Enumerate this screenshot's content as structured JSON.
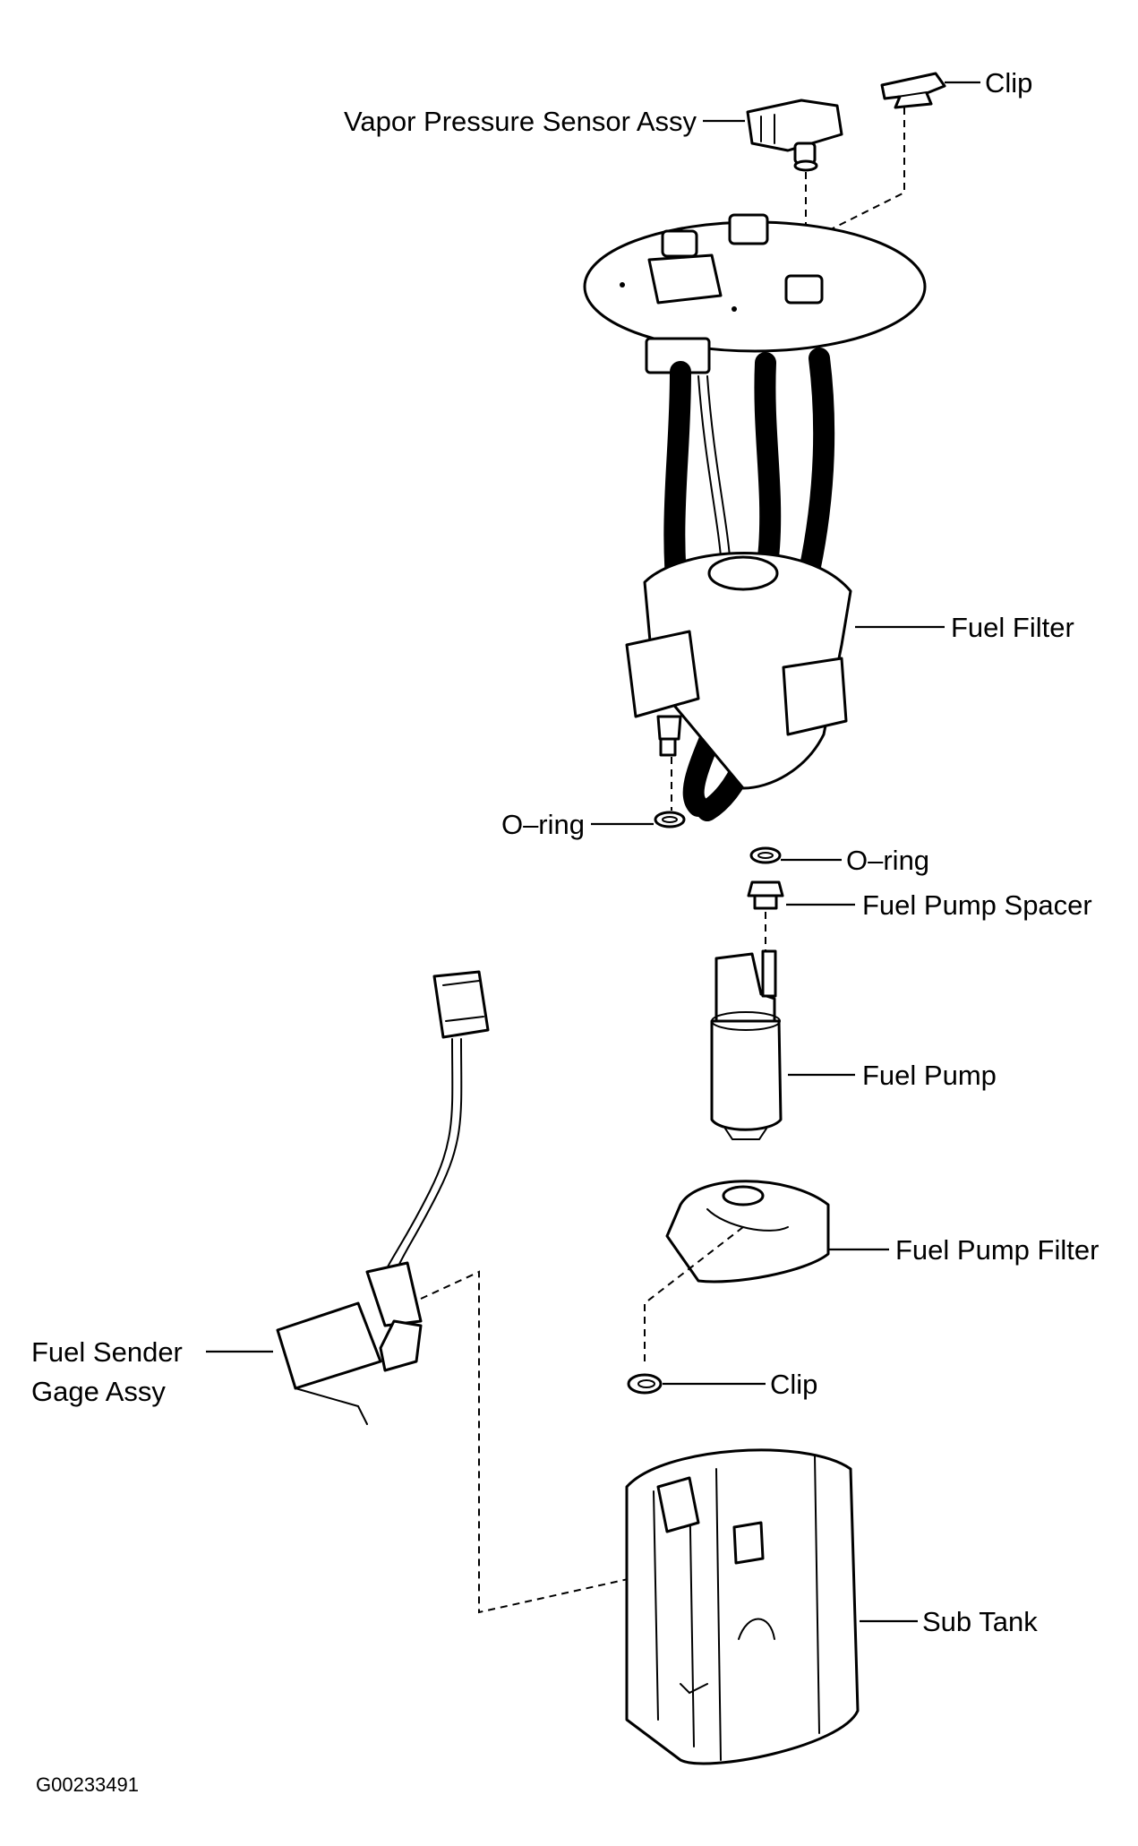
{
  "labels": {
    "clip_top": "Clip",
    "vapor_sensor": "Vapor Pressure Sensor Assy",
    "fuel_filter": "Fuel Filter",
    "oring_left": "O–ring",
    "oring_right": "O–ring",
    "pump_spacer": "Fuel Pump Spacer",
    "fuel_pump": "Fuel Pump",
    "pump_filter": "Fuel Pump Filter",
    "sender_line1": "Fuel Sender",
    "sender_line2": "Gage Assy",
    "clip_bottom": "Clip",
    "sub_tank": "Sub Tank"
  },
  "figure_code": "G00233491"
}
